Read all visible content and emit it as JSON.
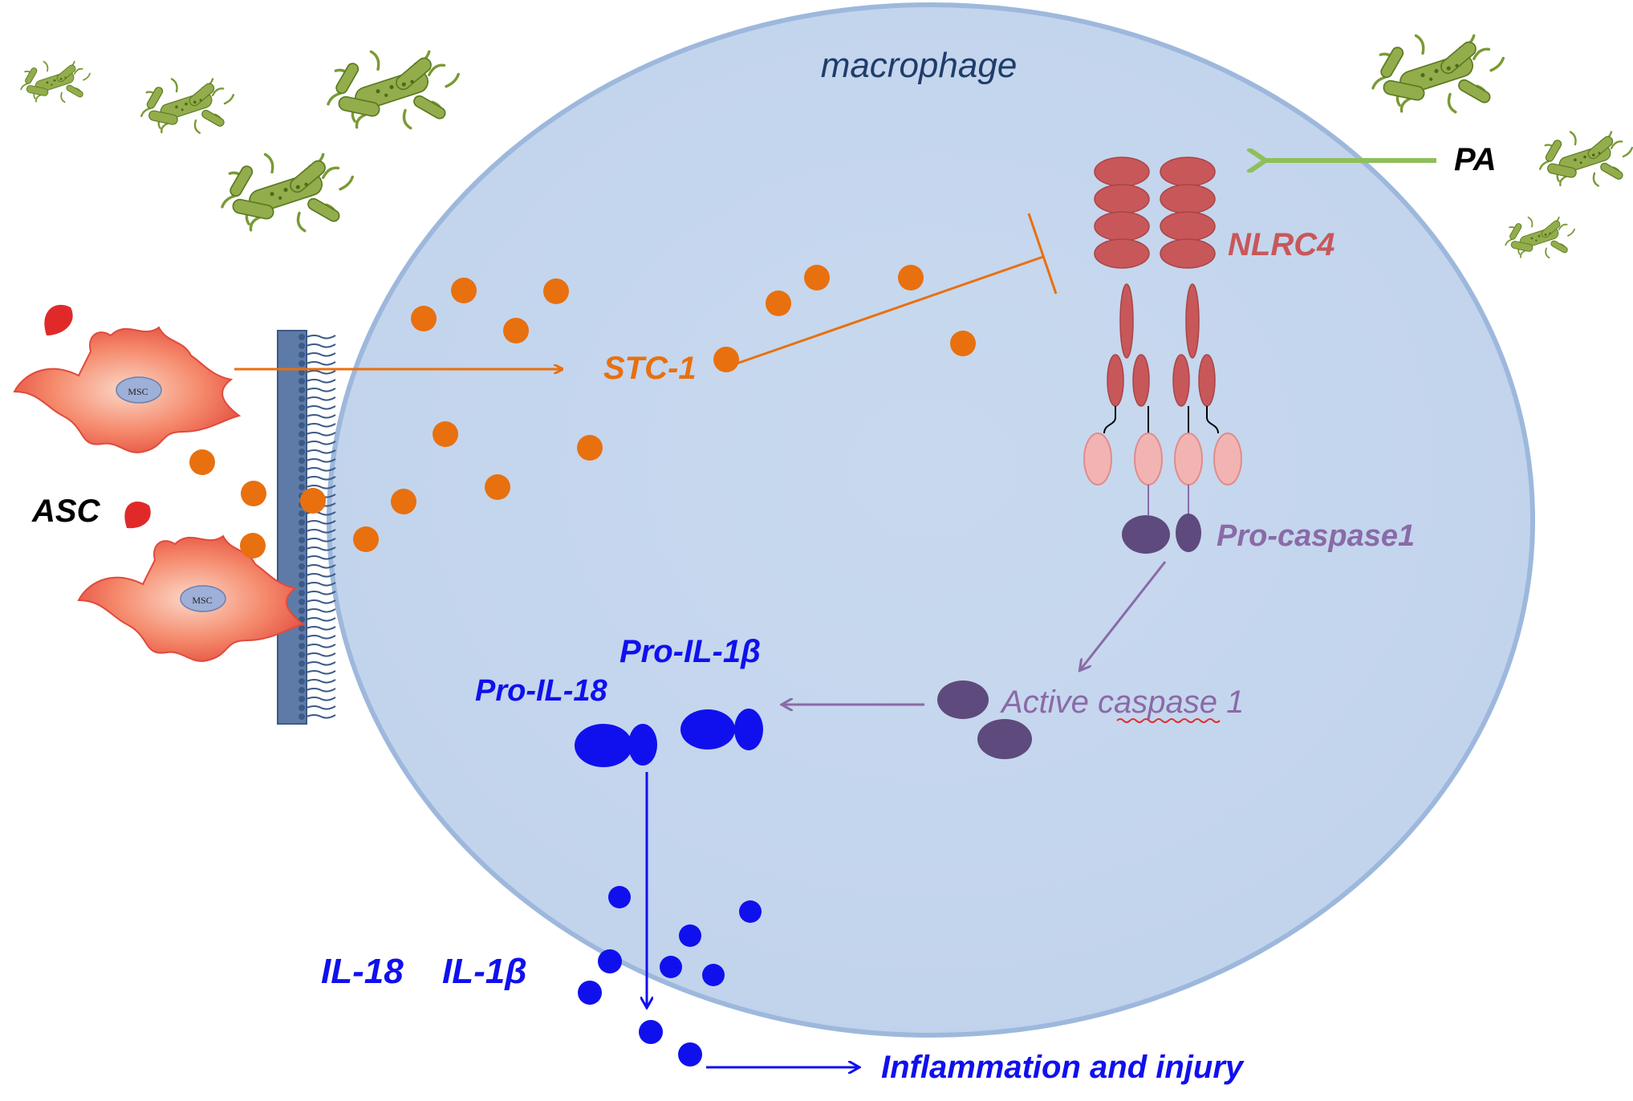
{
  "labels": {
    "cell": "macrophage",
    "pathogen": "PA",
    "stem_cell": "ASC",
    "stem_cell_nucleus": "MSC",
    "secreted_factor": "STC-1",
    "inflammasome": "NLRC4",
    "pro_caspase": "Pro-caspase1",
    "active_caspase": "Active caspase 1",
    "pro_il1b": "Pro-IL-1β",
    "pro_il18": "Pro-IL-18",
    "il18": "IL-18",
    "il1b": "IL-1β",
    "outcome": "Inflammation and injury"
  },
  "colors": {
    "cell_fill": "#c5d6ee",
    "cell_edge": "#9db8dc",
    "stc1": "#e8700f",
    "nlrc4": "#c8575a",
    "card": "#f2b4b2",
    "caspase": "#5e4a7c",
    "caspase_text": "#8a6aa8",
    "cytokine": "#1010ee",
    "pa_arrow": "#8fbf5a",
    "bacteria": "#6b8f2a",
    "asc_cell": "#ee5a48"
  }
}
